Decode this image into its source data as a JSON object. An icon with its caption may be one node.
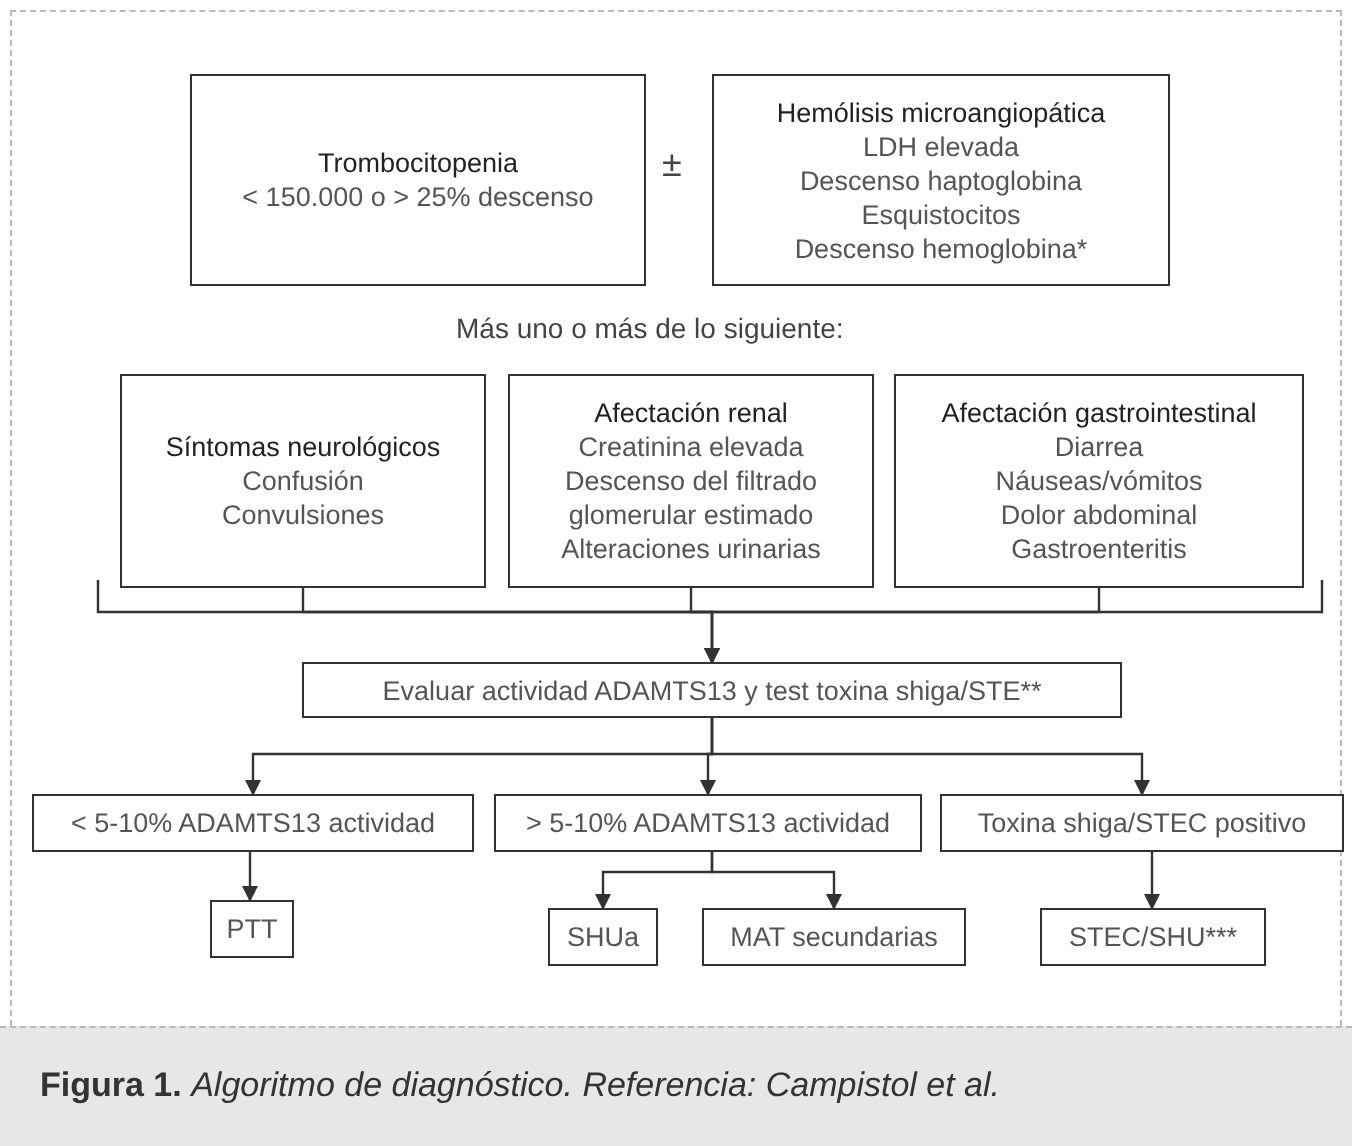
{
  "diagram": {
    "caption": "**Figura 1.** *Algoritmo de diagnóstico. Referencia: Campistol et al.*",
    "nodes": [
      {
        "text": [
          "Trombocitopenia",
          "< 150.000 o > 25% descenso"
        ]
      },
      {
        "text": [
          "Hemólisis microangiopática",
          "LDH elevada",
          "Descenso haptoglobina",
          "Esquistocitos",
          "Descenso hemoglobina*"
        ]
      },
      {
        "text": [
          "Síntomas neurológicos",
          "Confusión",
          "Convulsiones"
        ]
      },
      {
        "text": [
          "Afectación renal",
          "Creatinina elevada",
          "Descenso del filtrado glomerular estimado",
          "Alteraciones urinarias"
        ]
      },
      {
        "text": [
          "Afectación gastrointestinal",
          "Diarrea",
          "Náuseas/vómitos",
          "Dolor abdominal",
          "Gastroenteritis"
        ]
      },
      {
        "text": [
          "Evaluar actividad ADAMTS13 y test toxina shiga/STE**"
        ]
      },
      {
        "text": [
          "< 5-10% ADAMTS13 actividad"
        ]
      },
      {
        "text": [
          "> 5-10% ADAMTS13 actividad"
        ]
      },
      {
        "text": [
          "Toxina shiga/STEC positivo"
        ]
      },
      {
        "text": [
          "PTT"
        ]
      },
      {
        "text": [
          "SHUa"
        ]
      },
      {
        "text": [
          "MAT secundarias"
        ]
      },
      {
        "text": [
          "STEC/SHU***"
        ]
      }
    ],
    "edges": [
      {
        "from": 2,
        "to": 5,
        "arrow": "to"
      },
      {
        "from": 3,
        "to": 5,
        "arrow": "to"
      },
      {
        "from": 4,
        "to": 5,
        "arrow": "to"
      },
      {
        "from": 5,
        "to": 6,
        "arrow": "to"
      },
      {
        "from": 5,
        "to": 7,
        "arrow": "to"
      },
      {
        "from": 5,
        "to": 8,
        "arrow": "to"
      },
      {
        "from": 6,
        "to": 9,
        "arrow": "to"
      },
      {
        "from": 7,
        "to": 10,
        "arrow": "to"
      },
      {
        "from": 7,
        "to": 11,
        "arrow": "to"
      },
      {
        "from": 8,
        "to": 12,
        "arrow": "to"
      }
    ],
    "labels": [
      "±",
      "Más uno o más de lo siguiente:"
    ]
  }
}
